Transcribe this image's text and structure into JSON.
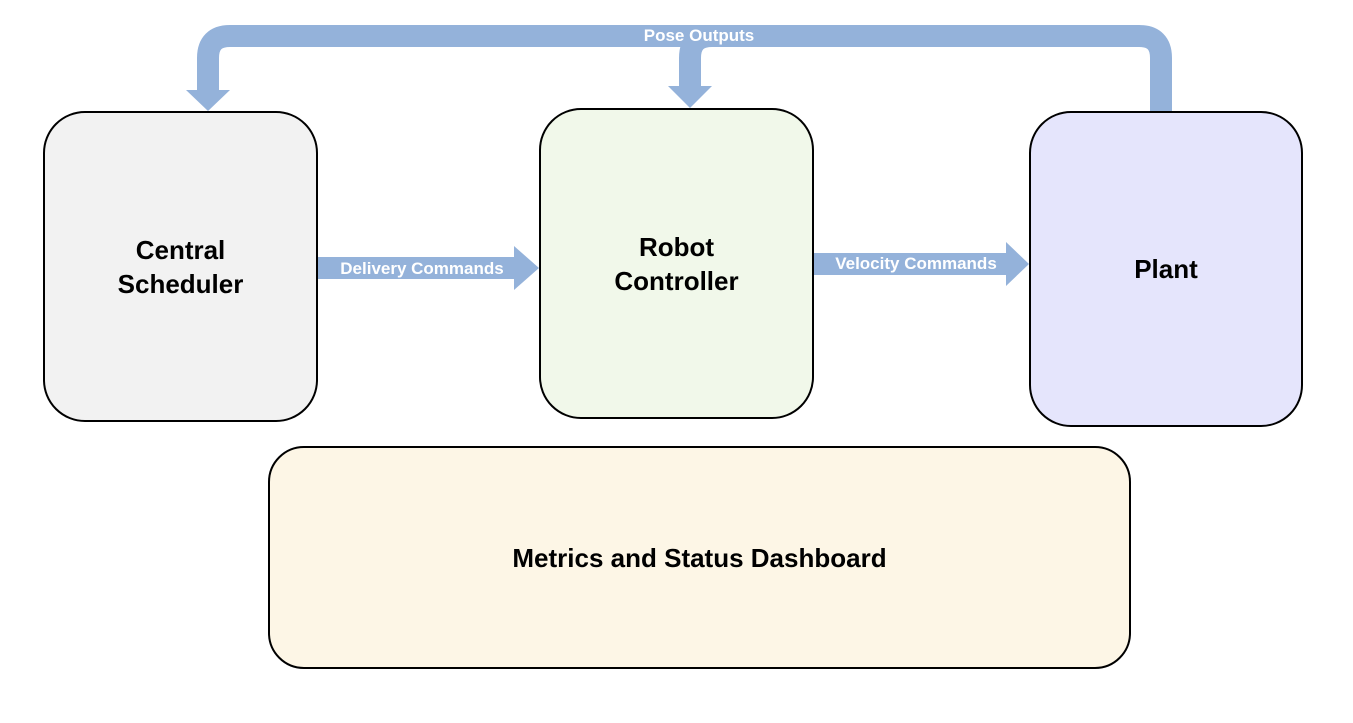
{
  "blocks": {
    "scheduler": {
      "label": "Central\nScheduler",
      "fill": "#F2F2F2"
    },
    "controller": {
      "label": "Robot\nController",
      "fill": "#F1F8EA"
    },
    "plant": {
      "label": "Plant",
      "fill": "#E5E5FC"
    },
    "dashboard": {
      "label": "Metrics and Status Dashboard",
      "fill": "#FDF6E6"
    }
  },
  "arrows": {
    "delivery": {
      "label": "Delivery Commands"
    },
    "velocity": {
      "label": "Velocity Commands"
    },
    "pose": {
      "label": "Pose Outputs"
    }
  },
  "colors": {
    "arrow": "#94B2DA",
    "border": "#000000",
    "arrow_text": "#FFFFFF"
  }
}
